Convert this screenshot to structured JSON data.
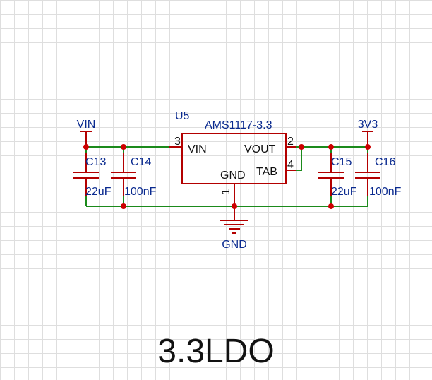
{
  "title": "3.3LDO",
  "regulator": {
    "ref": "U5",
    "value": "AMS1117-3.3",
    "pins": {
      "vin": {
        "name": "VIN",
        "number": "3"
      },
      "vout": {
        "name": "VOUT",
        "number": "2"
      },
      "tab": {
        "name": "TAB",
        "number": "4"
      },
      "gnd": {
        "name": "GND",
        "number": "1"
      }
    }
  },
  "nets": {
    "input": "VIN",
    "output": "3V3",
    "ground": "GND"
  },
  "capacitors": [
    {
      "ref": "C13",
      "value": "22uF"
    },
    {
      "ref": "C14",
      "value": "100nF"
    },
    {
      "ref": "C15",
      "value": "22uF"
    },
    {
      "ref": "C16",
      "value": "100nF"
    }
  ],
  "colors": {
    "wire": "#1b8a1b",
    "component": "#b30000",
    "junction": "#cc0000",
    "label": "#0a2a8f",
    "grid": "#dedede"
  }
}
